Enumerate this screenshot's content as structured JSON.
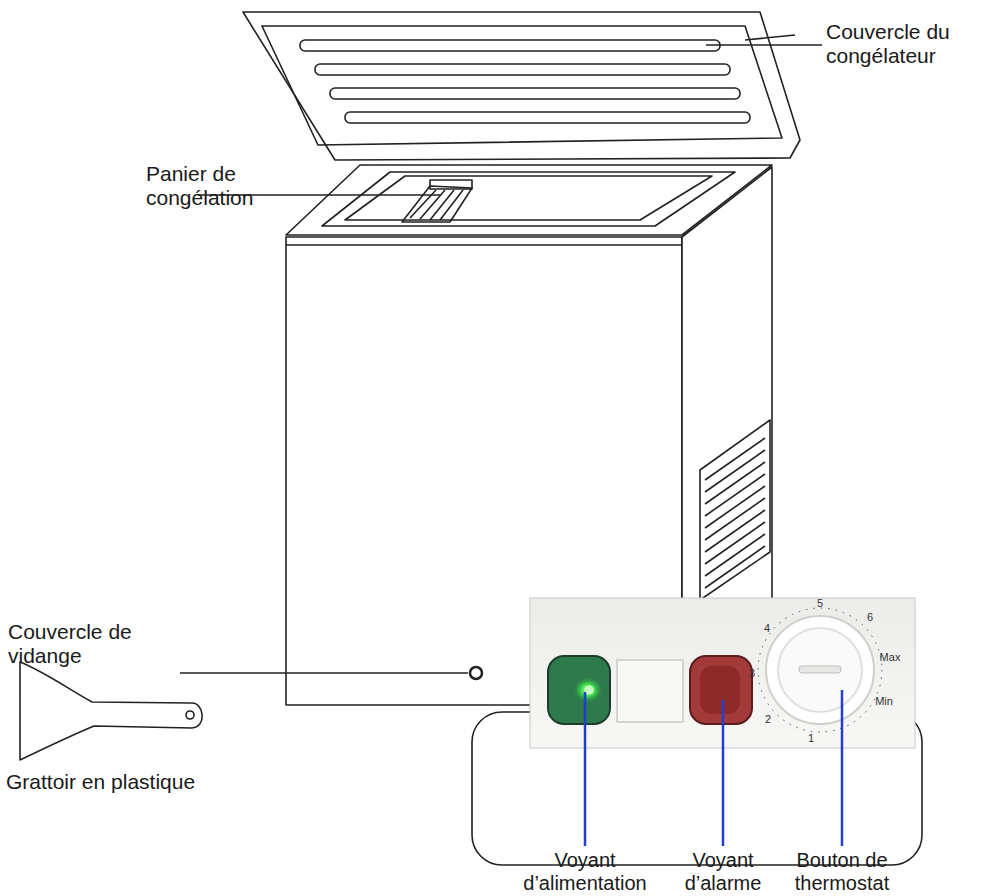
{
  "diagram": {
    "labels": [
      "Couvercle du congélateur",
      "Panier de congélation",
      "Couvercle de vidange",
      "Grattoir en plastique",
      "Voyant d’alimentation",
      "Voyant d’alarme",
      "Bouton de thermostat",
      "1",
      "2",
      "3",
      "4",
      "5",
      "6",
      "Max",
      "Min"
    ]
  }
}
